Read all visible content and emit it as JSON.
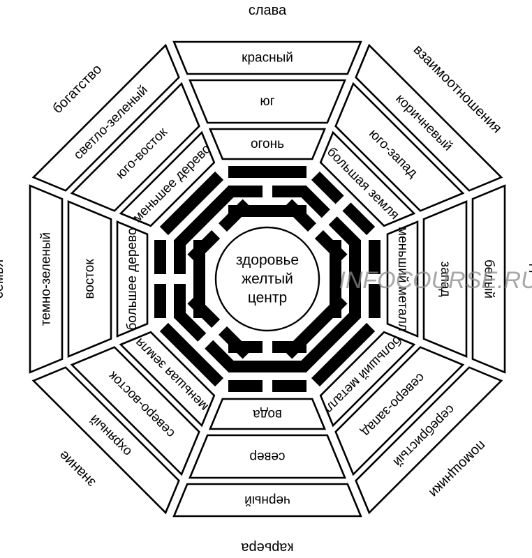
{
  "title": "Ба-гуа (сетка Ба-гуа)",
  "center": {
    "lines": [
      "здоровье",
      "желтый",
      "центр"
    ]
  },
  "sectors": [
    {
      "direction_key": "S",
      "aspiration": "слава",
      "color": "красный",
      "direction": "юг",
      "element": "огонь",
      "trigram": [
        1,
        0,
        1
      ]
    },
    {
      "direction_key": "SW",
      "aspiration": "взаимоотношения",
      "color": "коричневый",
      "direction": "юго-запад",
      "element": "большая земля",
      "trigram": [
        0,
        0,
        0
      ]
    },
    {
      "direction_key": "W",
      "aspiration": "дети",
      "color": "белый",
      "direction": "запад",
      "element": "меньший металл",
      "trigram": [
        0,
        1,
        1
      ]
    },
    {
      "direction_key": "NW",
      "aspiration": "помощники",
      "color": "серебристый",
      "direction": "северо-запад",
      "element": "больший металл",
      "trigram": [
        1,
        1,
        1
      ]
    },
    {
      "direction_key": "N",
      "aspiration": "карьера",
      "color": "черный",
      "direction": "север",
      "element": "вода",
      "trigram": [
        0,
        1,
        0
      ]
    },
    {
      "direction_key": "NE",
      "aspiration": "знание",
      "color": "охряный",
      "direction": "северо-восток",
      "element": "меньшая земля",
      "trigram": [
        1,
        0,
        0
      ]
    },
    {
      "direction_key": "E",
      "aspiration": "семья",
      "color": "темно-зеленый",
      "direction": "восток",
      "element": "большее дерево",
      "trigram": [
        0,
        0,
        1
      ]
    },
    {
      "direction_key": "SE",
      "aspiration": "богатство",
      "color": "светло-зеленый",
      "direction": "юго-восток",
      "element": "меньшее дерево",
      "trigram": [
        1,
        1,
        0
      ]
    }
  ],
  "trigram_legend": "1 = solid line, 0 = broken line; listed outer→inner",
  "watermark": "INFOCOURSE.RU",
  "colors": {
    "ink": "#000000",
    "paper": "#ffffff",
    "watermark": "#8a8a8a"
  }
}
